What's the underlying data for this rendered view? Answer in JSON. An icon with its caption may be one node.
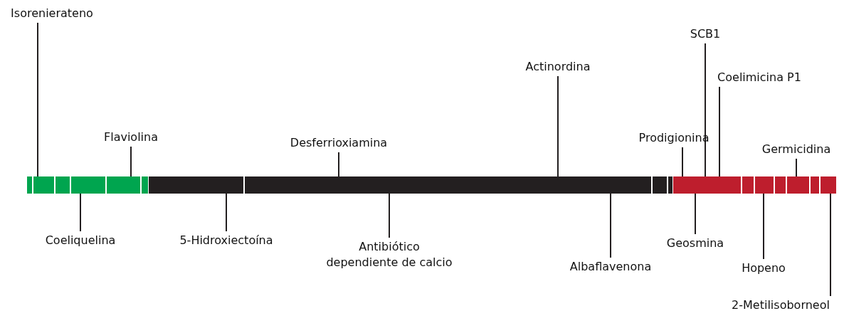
{
  "diagram": {
    "nodes": [
      {
        "text": [
          "Isorenierateno"
        ]
      },
      {
        "text": [
          "Coeliquelina"
        ]
      },
      {
        "text": [
          "Flaviolina"
        ]
      },
      {
        "text": [
          "5-Hidroxiectoína"
        ]
      },
      {
        "text": [
          "Desferrioxiamina"
        ]
      },
      {
        "text": [
          "Antibiótico dependiente de calcio"
        ]
      },
      {
        "text": [
          "Actinordina"
        ]
      },
      {
        "text": [
          "Albaflavenona"
        ]
      },
      {
        "text": [
          "Prodigionina"
        ]
      },
      {
        "text": [
          "Geosmina"
        ]
      },
      {
        "text": [
          "SCB1"
        ]
      },
      {
        "text": [
          "Coelimicina P1"
        ]
      },
      {
        "text": [
          "Hopeno"
        ]
      },
      {
        "text": [
          "Germicidina"
        ]
      },
      {
        "text": [
          "2-Metilisoborneol"
        ]
      },
      {
        "text": [],
        "shape": "bar"
      }
    ],
    "edges": [
      {
        "from": 0,
        "to": 15,
        "arrow": "none"
      },
      {
        "from": 1,
        "to": 15,
        "arrow": "none"
      },
      {
        "from": 2,
        "to": 15,
        "arrow": "none"
      },
      {
        "from": 3,
        "to": 15,
        "arrow": "none"
      },
      {
        "from": 4,
        "to": 15,
        "arrow": "none"
      },
      {
        "from": 5,
        "to": 15,
        "arrow": "none"
      },
      {
        "from": 6,
        "to": 15,
        "arrow": "none"
      },
      {
        "from": 7,
        "to": 15,
        "arrow": "none"
      },
      {
        "from": 8,
        "to": 15,
        "arrow": "none"
      },
      {
        "from": 9,
        "to": 15,
        "arrow": "none"
      },
      {
        "from": 10,
        "to": 15,
        "arrow": "none"
      },
      {
        "from": 11,
        "to": 15,
        "arrow": "none"
      },
      {
        "from": 12,
        "to": 15,
        "arrow": "none"
      },
      {
        "from": 13,
        "to": 15,
        "arrow": "none"
      },
      {
        "from": 14,
        "to": 15,
        "arrow": "none"
      }
    ]
  }
}
